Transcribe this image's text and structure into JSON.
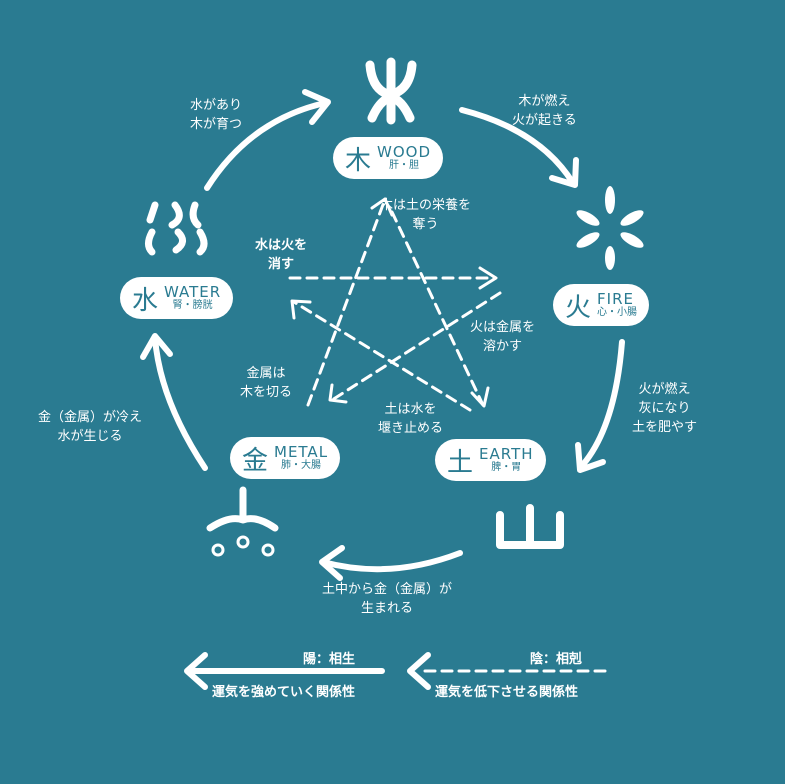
{
  "elements": {
    "wood": {
      "kanji": "木",
      "name": "WOOD",
      "organs": "肝・胆"
    },
    "fire": {
      "kanji": "火",
      "name": "FIRE",
      "organs": "心・小腸"
    },
    "earth": {
      "kanji": "土",
      "name": "EARTH",
      "organs": "脾・胃"
    },
    "metal": {
      "kanji": "金",
      "name": "METAL",
      "organs": "肺・大腸"
    },
    "water": {
      "kanji": "水",
      "name": "WATER",
      "organs": "腎・膀胱"
    }
  },
  "generating": {
    "water_wood": [
      "水があり",
      "木が育つ"
    ],
    "wood_fire": [
      "木が燃え",
      "火が起きる"
    ],
    "fire_earth": [
      "火が燃え",
      "灰になり",
      "土を肥やす"
    ],
    "earth_metal": [
      "土中から金（金属）が",
      "生まれる"
    ],
    "metal_water": [
      "金（金属）が冷え",
      "水が生じる"
    ]
  },
  "controlling": {
    "wood_earth": [
      "木は土の栄養を",
      "奪う"
    ],
    "water_fire": [
      "水は火を",
      "消す"
    ],
    "fire_metal": [
      "火は金属を",
      "溶かす"
    ],
    "metal_wood": [
      "金属は",
      "木を切る"
    ],
    "earth_water": [
      "土は水を",
      "堰き止める"
    ]
  },
  "legend": {
    "yang": {
      "title": "陽：相生",
      "desc": "運気を強めていく関係性"
    },
    "yin": {
      "title": "陰：相剋",
      "desc": "運気を低下させる関係性"
    }
  },
  "colors": {
    "background": "#2a7b91",
    "foreground": "#ffffff"
  }
}
